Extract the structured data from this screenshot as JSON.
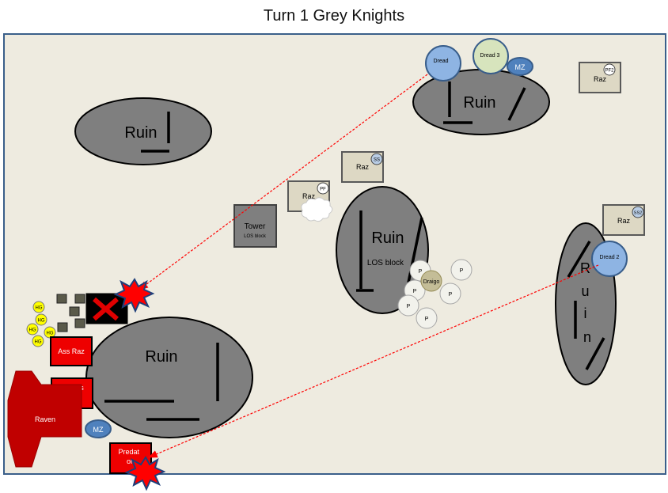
{
  "title": "Turn 1 Grey Knights",
  "colors": {
    "board": "#eeebe0",
    "border": "#3a5f8a",
    "ruin": "#7f7f7f",
    "raz_tan": "#ddd8c4",
    "enemy_red": "#ee0000",
    "dread_blue": "#8eb4e3",
    "dread_green": "#d7e4bd",
    "mz_blue": "#4f81bd",
    "hg_yellow": "#ffff00",
    "laser": "#ff0000"
  },
  "ruins": [
    {
      "id": "ruin-top-left",
      "label": "Ruin"
    },
    {
      "id": "ruin-top-right",
      "label": "Ruin"
    },
    {
      "id": "ruin-center",
      "label": "Ruin",
      "sublabel": "LOS block"
    },
    {
      "id": "ruin-bottom-left",
      "label": "Ruin"
    },
    {
      "id": "ruin-right",
      "label": "R u i n"
    }
  ],
  "tower": {
    "label": "Tower",
    "sublabel": "LOS block"
  },
  "raz_units": [
    {
      "id": "raz-pf2",
      "label": "Raz",
      "tag": "PF2"
    },
    {
      "id": "raz-ss",
      "label": "Raz",
      "tag": "SS"
    },
    {
      "id": "raz-pf",
      "label": "Raz",
      "tag": "PF"
    },
    {
      "id": "raz-ss2",
      "label": "Raz",
      "tag": "SS2"
    }
  ],
  "dreads": [
    {
      "id": "dread-1",
      "label": "Dread"
    },
    {
      "id": "dread-3",
      "label": "Dread 3"
    },
    {
      "id": "dread-2",
      "label": "Dread 2"
    }
  ],
  "mz_label": "MZ",
  "paladin_label": "P",
  "draigo_label": "Draigo",
  "hg_label": "HG",
  "enemy": {
    "ass_raz": "Ass Raz",
    "lasplas_raz": "LasPlas Raz",
    "raven": "Raven",
    "predator": "Predat or",
    "mz": "MZ"
  }
}
